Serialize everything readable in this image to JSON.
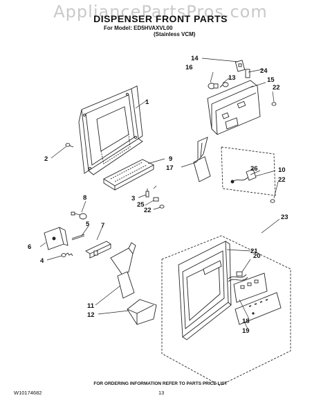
{
  "watermark": "AppliancePartsPros.com",
  "header": {
    "title": "DISPENSER FRONT PARTS",
    "model_line": "For Model: ED5HVAXVL00",
    "variant": "(Stainless VCM)"
  },
  "callouts": [
    "1",
    "2",
    "3",
    "4",
    "5",
    "6",
    "7",
    "8",
    "9",
    "10",
    "11",
    "12",
    "13",
    "14",
    "15",
    "16",
    "17",
    "18",
    "19",
    "20",
    "21",
    "22",
    "22",
    "22",
    "22",
    "23",
    "24",
    "25",
    "26"
  ],
  "footer": {
    "ordering_note": "FOR ORDERING INFORMATION REFER TO PARTS PRICE LIST",
    "doc_number": "W10174682",
    "page_number": "13"
  }
}
